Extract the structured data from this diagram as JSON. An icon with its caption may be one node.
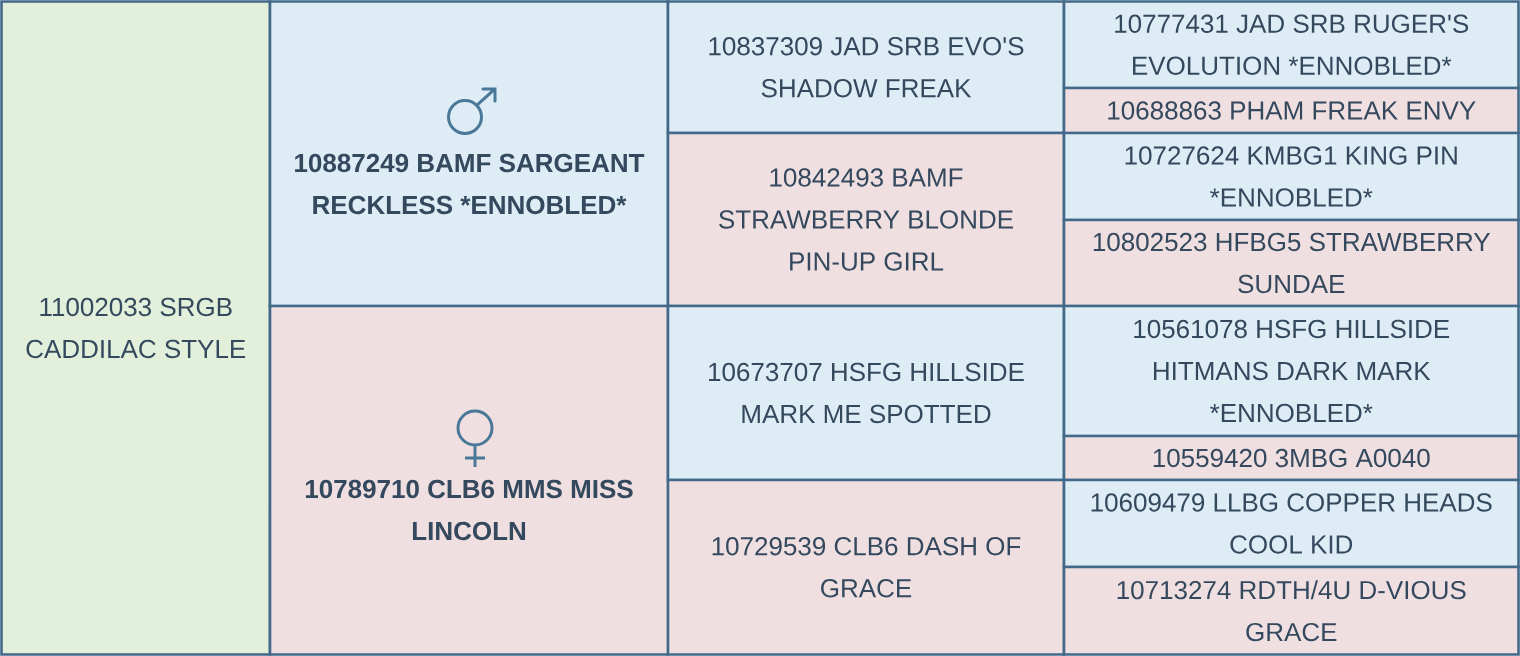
{
  "diagram": {
    "nodes": [
      {
        "text": [
          "11002033 SRGB CADDILAC STYLE"
        ]
      },
      {
        "text": [
          "10887249 BAMF SARGEANT RECKLESS *ENNOBLED*"
        ]
      },
      {
        "text": [
          "10789710 CLB6 MMS MISS LINCOLN"
        ]
      },
      {
        "text": [
          "10837309 JAD SRB EVO'S SHADOW FREAK"
        ]
      },
      {
        "text": [
          "10842493 BAMF STRAWBERRY BLONDE PIN-UP GIRL"
        ]
      },
      {
        "text": [
          "10673707 HSFG HILLSIDE MARK ME SPOTTED"
        ]
      },
      {
        "text": [
          "10729539 CLB6 DASH OF GRACE"
        ]
      },
      {
        "text": [
          "10777431 JAD SRB RUGER'S EVOLUTION *ENNOBLED*"
        ]
      },
      {
        "text": [
          "10688863 PHAM FREAK ENVY"
        ]
      },
      {
        "text": [
          "10727624 KMBG1 KING PIN *ENNOBLED*"
        ]
      },
      {
        "text": [
          "10802523 HFBG5 STRAWBERRY SUNDAE"
        ]
      },
      {
        "text": [
          "10561078 HSFG HILLSIDE HITMANS DARK MARK *ENNOBLED*"
        ]
      },
      {
        "text": [
          "10559420 3MBG A0040"
        ]
      },
      {
        "text": [
          "10609479 LLBG COPPER HEADS COOL KID"
        ]
      },
      {
        "text": [
          "10713274 RDTH/4U D-VIOUS GRACE"
        ]
      }
    ]
  }
}
